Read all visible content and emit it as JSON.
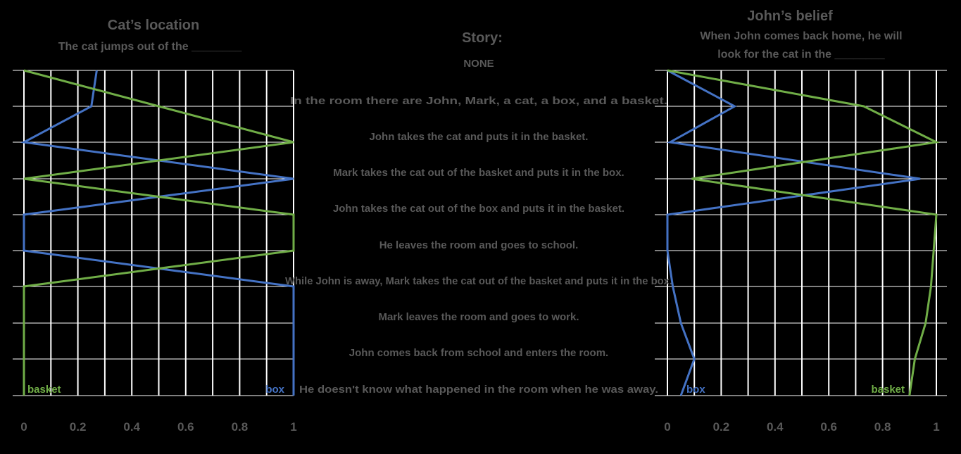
{
  "story": {
    "heading": "Story:",
    "sentences": [
      "NONE",
      "In the room there are John, Mark, a cat, a box, and a basket.",
      "John takes the cat and puts it in the basket.",
      "Mark takes the cat out of the basket and puts it in the box.",
      "John takes the cat out of the box and puts it in the basket.",
      "He leaves the room and goes to school.",
      "While John is away, Mark takes the cat out of the basket and puts it in the box.",
      "Mark leaves the room and goes to work.",
      "John comes back from school and enters the room.",
      "He doesn't know what happened in the room when he was away."
    ]
  },
  "colors": {
    "box": "#4472C4",
    "basket": "#70AD47",
    "grid": "#FFFFFF",
    "text": "#595959"
  },
  "chart_data": [
    {
      "type": "line",
      "title": "Cat’s location",
      "subtitle": "The cat jumps out of the ________",
      "xlim": [
        0,
        1
      ],
      "xticks": [
        "0",
        "0.2",
        "0.4",
        "0.6",
        "0.8",
        "1"
      ],
      "series": [
        {
          "name": "box",
          "color": "#4472C4",
          "values": [
            0.27,
            0.25,
            0.0,
            1.0,
            0.0,
            0.0,
            1.0,
            1.0,
            1.0,
            1.0
          ]
        },
        {
          "name": "basket",
          "color": "#70AD47",
          "values": [
            0.0,
            0.5,
            1.0,
            0.0,
            1.0,
            1.0,
            0.0,
            0.0,
            0.0,
            0.0
          ]
        }
      ]
    },
    {
      "type": "line",
      "title": "John’s  belief",
      "subtitle_lines": [
        "When John comes back home, he will",
        "look for the cat in the ________"
      ],
      "xlim": [
        0,
        1
      ],
      "xticks": [
        "0",
        "0.2",
        "0.4",
        "0.6",
        "0.8",
        "1"
      ],
      "series": [
        {
          "name": "box",
          "color": "#4472C4",
          "values": [
            0.0,
            0.25,
            0.01,
            0.94,
            0.0,
            0.0,
            0.02,
            0.05,
            0.1,
            0.05
          ]
        },
        {
          "name": "basket",
          "color": "#70AD47",
          "values": [
            0.0,
            0.73,
            1.0,
            0.09,
            1.0,
            0.99,
            0.98,
            0.96,
            0.92,
            0.9
          ]
        }
      ]
    }
  ]
}
